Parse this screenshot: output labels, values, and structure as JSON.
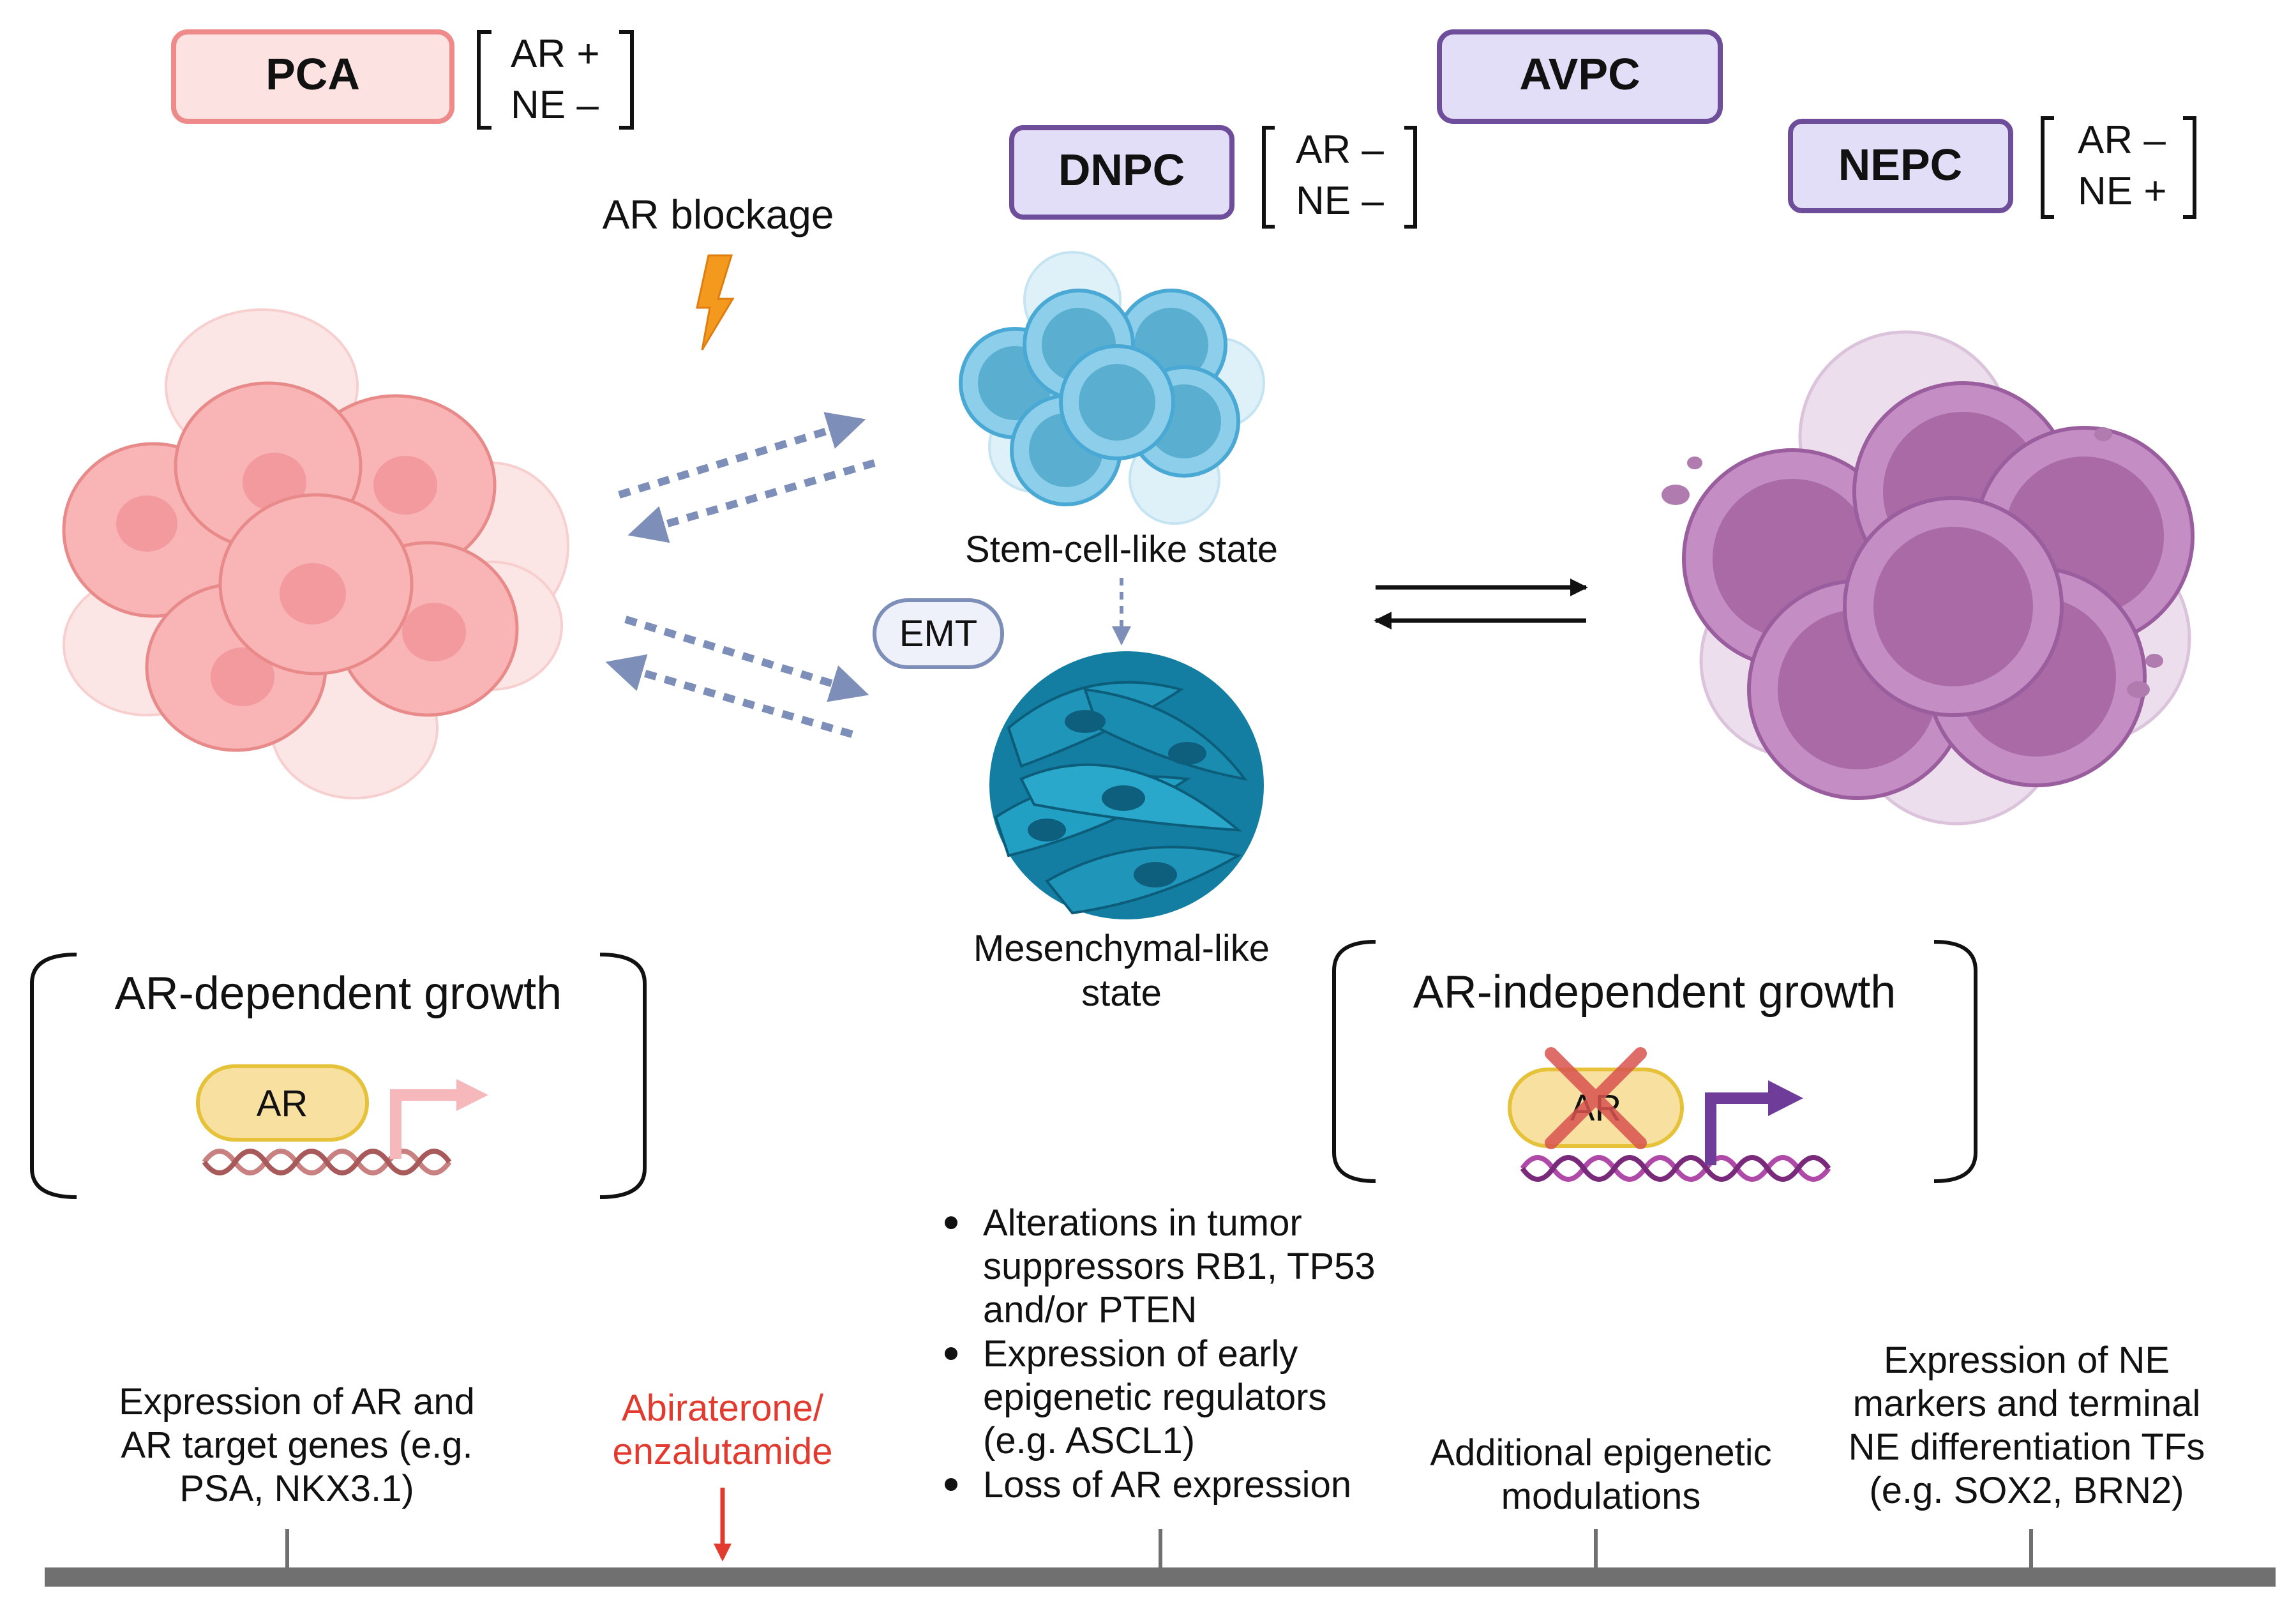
{
  "stages": {
    "pca": {
      "name": "PCA",
      "ar": "AR +",
      "ne": "NE –",
      "box_fill": "#fde2e2",
      "box_stroke": "#ee8a8a"
    },
    "dnpc": {
      "name": "DNPC",
      "ar": "AR –",
      "ne": "NE –",
      "box_fill": "#e3def7",
      "box_stroke": "#6e4d9a"
    },
    "avpc": {
      "name": "AVPC",
      "box_fill": "#e3def7",
      "box_stroke": "#6e4d9a"
    },
    "nepc": {
      "name": "NEPC",
      "ar": "AR –",
      "ne": "NE +",
      "box_fill": "#e3def7",
      "box_stroke": "#6e4d9a"
    }
  },
  "treatment": {
    "label": "AR blockage",
    "icon": "lightning-bolt-icon"
  },
  "states": {
    "stem": "Stem-cell-like state",
    "emt": "EMT",
    "mesenchymal_line1": "Mesenchymal-like",
    "mesenchymal_line2": "state"
  },
  "growth": {
    "dependent": {
      "title": "AR-dependent growth",
      "factor": "AR"
    },
    "independent": {
      "title": "AR-independent growth",
      "factor": "AR"
    }
  },
  "alterations": [
    {
      "lines": [
        "Alterations in tumor",
        "suppressors RB1, TP53",
        "and/or PTEN"
      ]
    },
    {
      "lines": [
        "Expression of early",
        "epigenetic regulators",
        "(e.g. ASCL1)"
      ]
    },
    {
      "lines": [
        "Loss of AR expression"
      ]
    }
  ],
  "timeline": {
    "pca_events": [
      "Expression of AR and",
      "AR target genes (e.g.",
      "PSA, NKX3.1)"
    ],
    "drug": [
      "Abiraterone/",
      "enzalutamide"
    ],
    "avpc_events": [
      "Additional epigenetic",
      "modulations"
    ],
    "nepc_events": [
      "Expression of NE",
      "markers and terminal",
      "NE differentiation TFs",
      "(e.g. SOX2, BRN2)"
    ]
  },
  "colors": {
    "pink_cell": "#f4a4a6",
    "pink_nucleus": "#e9848a",
    "blue_cell": "#62b9dc",
    "blue_dark": "#1f7fa8",
    "teal_cell": "#1e8fb0",
    "purple_cell": "#b87cb8",
    "purple_dark": "#8c4f90",
    "arrow_dashed": "#7d8fb8",
    "drug_red": "#e23a2e",
    "timeline_gray": "#707070",
    "bolt_orange": "#f39a1e"
  }
}
